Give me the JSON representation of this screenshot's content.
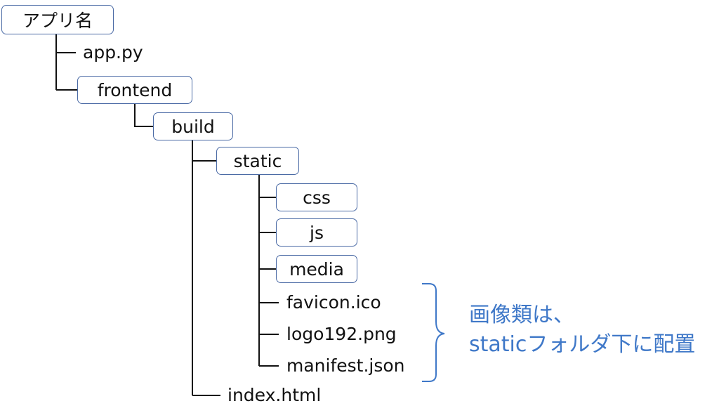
{
  "tree": {
    "root": "アプリ名",
    "app_py": "app.py",
    "frontend": "frontend",
    "build": "build",
    "static": "static",
    "css": "css",
    "js": "js",
    "media": "media",
    "favicon": "favicon.ico",
    "logo": "logo192.png",
    "manifest": "manifest.json",
    "index": "index.html"
  },
  "annotation": {
    "line1": "画像類は、",
    "line2": "staticフォルダ下に配置"
  },
  "colors": {
    "folder_border": "#4a6aa5",
    "connector": "#111111",
    "annotation": "#3f78c8"
  }
}
